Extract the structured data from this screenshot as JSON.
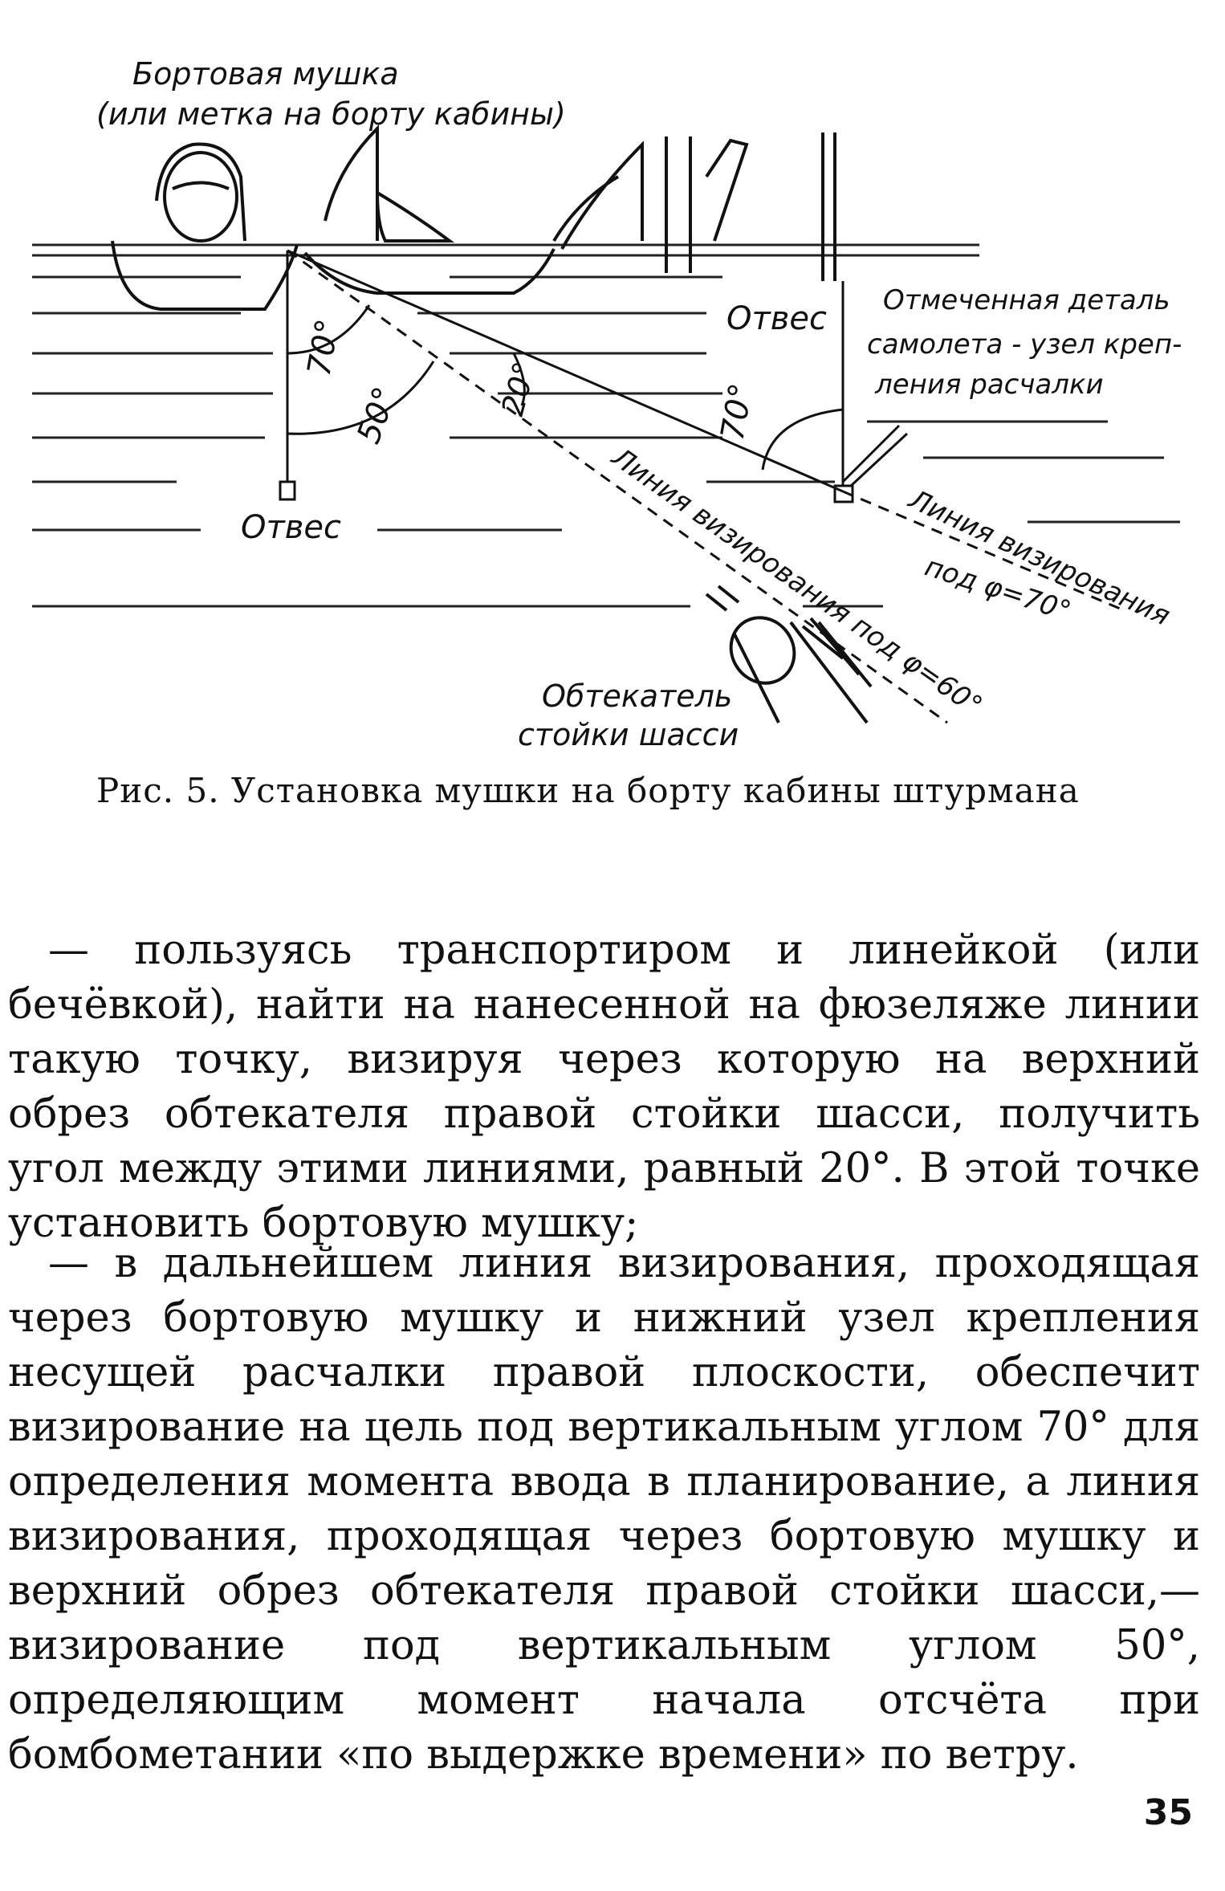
{
  "figure": {
    "labels": {
      "sight_top_1": "Бортовая мушка",
      "sight_top_2": "(или метка на борту кабины)",
      "plumb_left": "Отвес",
      "plumb_right": "Отвес",
      "part_1": "Отмеченная деталь",
      "part_2": "самолета - узел креп-",
      "part_3": "ления расчалки",
      "fairing_1": "Обтекатель",
      "fairing_2": "стойки шасси",
      "angle_70_left": "70°",
      "angle_50": "50°",
      "angle_20": "20°",
      "angle_70_right": "70°",
      "sight_line_70_1": "Линия визирования",
      "sight_line_70_2": "под φ=70°",
      "sight_line_60": "Линия визирования под φ=60°"
    }
  },
  "caption": "Рис. 5. Установка мушки на борту кабины штурмана",
  "paragraphs": [
    "— пользуясь транспортиром и линейкой (или бечёвкой), найти на нанесенной на фюзеляже линии такую точку, визируя через которую на верхний обрез обтекателя правой стойки шасси, получить угол между этими линиями, равный 20°. В этой точке установить бортовую мушку;",
    "— в дальнейшем линия визирования, проходящая через бортовую мушку и нижний узел крепления несущей расчалки правой плоскости, обеспечит визирование на цель под вертикальным углом 70° для определения момента ввода в планирование, а линия визирования, проходящая через бортовую мушку и верхний обрез обтекателя правой стойки шасси,— визирование под вертикальным углом 50°, определяющим момент начала отсчёта при бомбометании «по выдержке времени» по ветру."
  ],
  "page_number": "35"
}
